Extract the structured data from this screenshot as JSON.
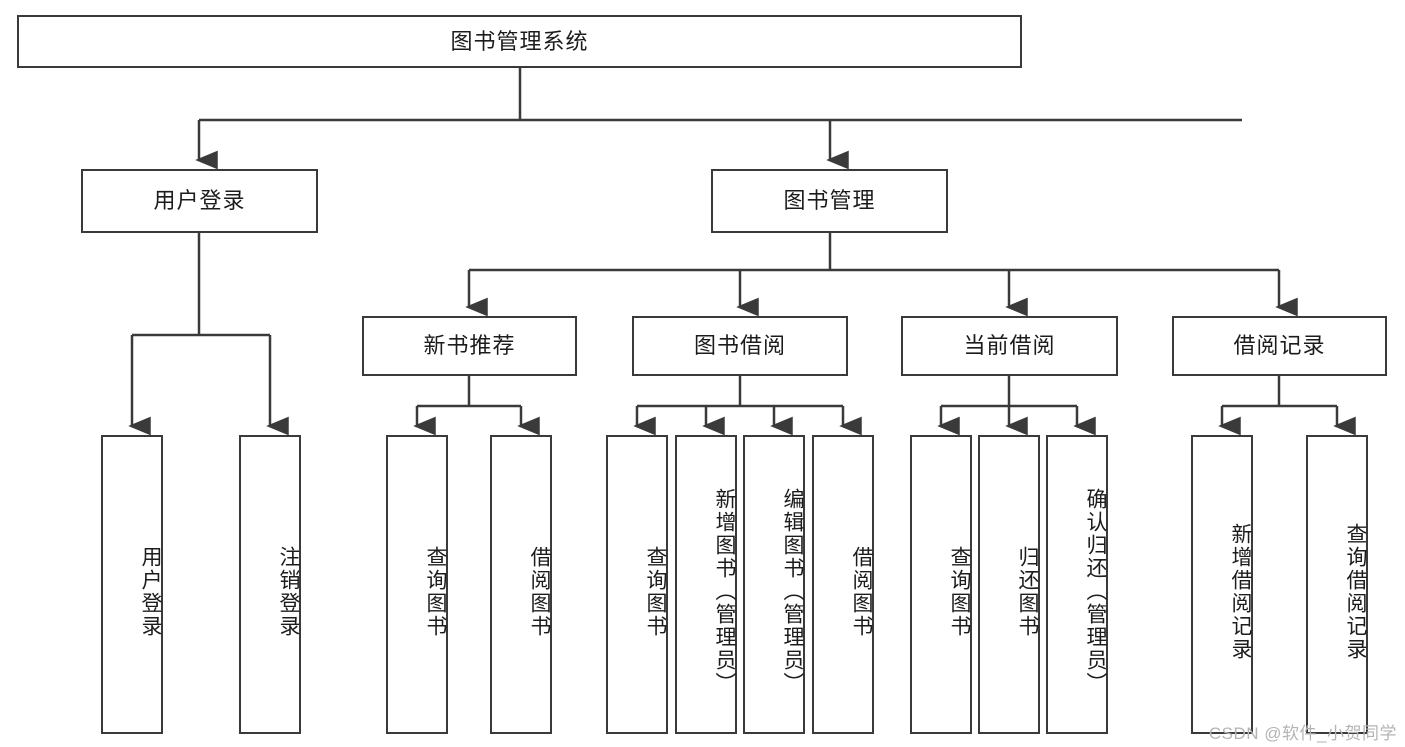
{
  "diagram": {
    "title": "图书管理系统",
    "type": "tree",
    "watermark": "CSDN @软件_小贺同学",
    "colors": {
      "box_border": "#3a3a3a",
      "box_fill": "#ffffff",
      "edge": "#3a3a3a",
      "text": "#1c1c1c",
      "watermark": "#b4b4b4",
      "background": "#ffffff"
    },
    "nodes": {
      "root": {
        "label": "图书管理系统",
        "level": 0,
        "orientation": "horizontal"
      },
      "user_login": {
        "label": "用户登录",
        "level": 1,
        "orientation": "horizontal"
      },
      "book_mgmt": {
        "label": "图书管理",
        "level": 1,
        "orientation": "horizontal"
      },
      "new_book_rec": {
        "label": "新书推荐",
        "level": 2,
        "orientation": "horizontal"
      },
      "book_borrow": {
        "label": "图书借阅",
        "level": 2,
        "orientation": "horizontal"
      },
      "current_borrow": {
        "label": "当前借阅",
        "level": 2,
        "orientation": "horizontal"
      },
      "borrow_record": {
        "label": "借阅记录",
        "level": 2,
        "orientation": "horizontal"
      },
      "leaf_user_login": {
        "label": "用户登录",
        "level": 3,
        "orientation": "vertical"
      },
      "leaf_logout": {
        "label": "注销登录",
        "level": 3,
        "orientation": "vertical"
      },
      "leaf_query_book_1": {
        "label": "查询图书",
        "level": 3,
        "orientation": "vertical"
      },
      "leaf_borrow_book_1": {
        "label": "借阅图书",
        "level": 3,
        "orientation": "vertical"
      },
      "leaf_query_book_2": {
        "label": "查询图书",
        "level": 3,
        "orientation": "vertical"
      },
      "leaf_add_book": {
        "label": "新增图书（管理员）",
        "level": 3,
        "orientation": "vertical"
      },
      "leaf_edit_book": {
        "label": "编辑图书（管理员）",
        "level": 3,
        "orientation": "vertical"
      },
      "leaf_borrow_book_2": {
        "label": "借阅图书",
        "level": 3,
        "orientation": "vertical"
      },
      "leaf_query_book_3": {
        "label": "查询图书",
        "level": 3,
        "orientation": "vertical"
      },
      "leaf_return_book": {
        "label": "归还图书",
        "level": 3,
        "orientation": "vertical"
      },
      "leaf_confirm_return": {
        "label": "确认归还（管理员）",
        "level": 3,
        "orientation": "vertical"
      },
      "leaf_add_record": {
        "label": "新增借阅记录",
        "level": 3,
        "orientation": "vertical"
      },
      "leaf_query_record": {
        "label": "查询借阅记录",
        "level": 3,
        "orientation": "vertical"
      }
    },
    "edges": [
      {
        "from": "root",
        "to": "user_login"
      },
      {
        "from": "root",
        "to": "book_mgmt"
      },
      {
        "from": "user_login",
        "to": "leaf_user_login"
      },
      {
        "from": "user_login",
        "to": "leaf_logout"
      },
      {
        "from": "book_mgmt",
        "to": "new_book_rec"
      },
      {
        "from": "book_mgmt",
        "to": "book_borrow"
      },
      {
        "from": "book_mgmt",
        "to": "current_borrow"
      },
      {
        "from": "book_mgmt",
        "to": "borrow_record"
      },
      {
        "from": "new_book_rec",
        "to": "leaf_query_book_1"
      },
      {
        "from": "new_book_rec",
        "to": "leaf_borrow_book_1"
      },
      {
        "from": "book_borrow",
        "to": "leaf_query_book_2"
      },
      {
        "from": "book_borrow",
        "to": "leaf_add_book"
      },
      {
        "from": "book_borrow",
        "to": "leaf_edit_book"
      },
      {
        "from": "book_borrow",
        "to": "leaf_borrow_book_2"
      },
      {
        "from": "current_borrow",
        "to": "leaf_query_book_3"
      },
      {
        "from": "current_borrow",
        "to": "leaf_return_book"
      },
      {
        "from": "current_borrow",
        "to": "leaf_confirm_return"
      },
      {
        "from": "borrow_record",
        "to": "leaf_add_record"
      },
      {
        "from": "borrow_record",
        "to": "leaf_query_record"
      }
    ]
  }
}
